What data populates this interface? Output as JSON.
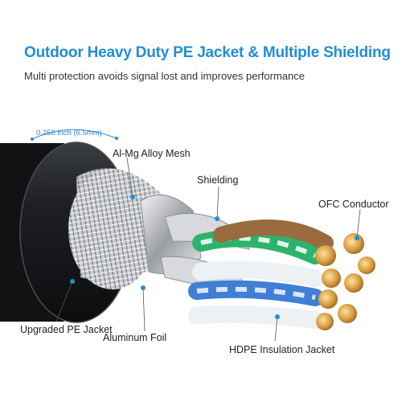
{
  "headline": "Outdoor Heavy Duty PE Jacket & Multiple Shielding",
  "subline": "Multi protection avoids signal lost and improves performance",
  "callouts": {
    "diameter": "0.256 inch (6.5mm)",
    "mesh": "Al-Mg Alloy Mesh",
    "shielding": "Shielding",
    "conductor": "OFC Conductor",
    "jacket": "Upgraded PE Jacket",
    "foil": "Aluminum Foil",
    "insulation": "HDPE Insulation Jacket"
  },
  "colors": {
    "accent": "#1f8ed6",
    "wire_green": "#2db36a",
    "wire_brown": "#9a6b3f",
    "wire_blue": "#3f7fd6",
    "copper": "#d69a3e"
  }
}
